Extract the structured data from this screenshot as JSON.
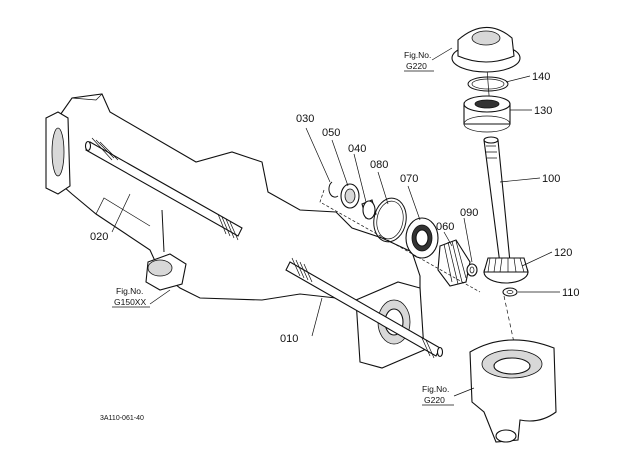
{
  "diagram": {
    "parts": [
      {
        "id": "p-010",
        "label": "010"
      },
      {
        "id": "p-020",
        "label": "020"
      },
      {
        "id": "p-030",
        "label": "030"
      },
      {
        "id": "p-040",
        "label": "040"
      },
      {
        "id": "p-050",
        "label": "050"
      },
      {
        "id": "p-060",
        "label": "060"
      },
      {
        "id": "p-070",
        "label": "070"
      },
      {
        "id": "p-080",
        "label": "080"
      },
      {
        "id": "p-090",
        "label": "090"
      },
      {
        "id": "p-100",
        "label": "100"
      },
      {
        "id": "p-110",
        "label": "110"
      },
      {
        "id": "p-120",
        "label": "120"
      },
      {
        "id": "p-130",
        "label": "130"
      },
      {
        "id": "p-140",
        "label": "140"
      }
    ],
    "figure_refs": [
      {
        "line1": "Fig.No.",
        "line2": "G220"
      },
      {
        "line1": "Fig.No.",
        "line2": "G150XX"
      },
      {
        "line1": "Fig.No.",
        "line2": "G220"
      }
    ],
    "drawing_code": "3A110-061-40"
  }
}
